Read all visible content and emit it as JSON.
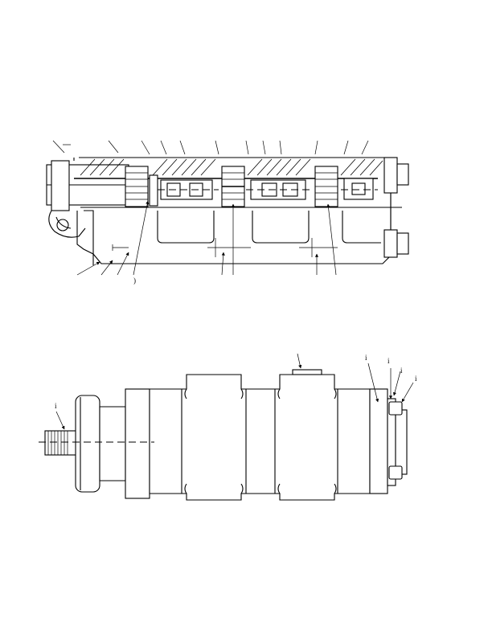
{
  "drawing": {
    "section_view_callouts": [
      ")"
    ],
    "exterior_view_callouts": [
      "i",
      "i",
      "i",
      "i",
      "i"
    ]
  }
}
